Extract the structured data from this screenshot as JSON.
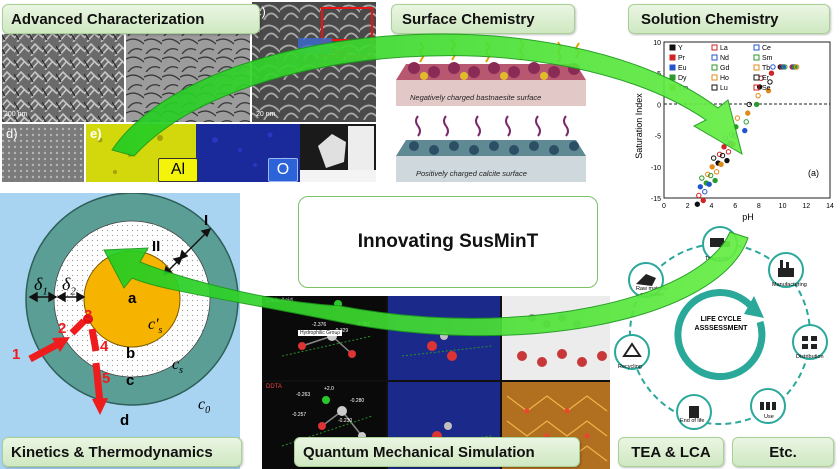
{
  "headings": {
    "advanced_characterization": "Advanced Characterization",
    "surface_chemistry": "Surface Chemistry",
    "solution_chemistry": "Solution Chemistry",
    "kinetics": "Kinetics & Thermodynamics",
    "quantum": "Quantum Mechanical Simulation",
    "tea_lca": "TEA & LCA",
    "etc": "Etc.",
    "center_title": "Innovating SusMinT"
  },
  "characterization": {
    "panel_c": "c)",
    "panel_d": "d)",
    "panel_e": "e)",
    "scale_a": "200 nm",
    "scale_c": "20 nm",
    "map_al": "Al",
    "map_o": "O"
  },
  "surface": {
    "negative_label": "Negatively charged bastnaesite surface",
    "positive_label": "Positively charged calcite surface"
  },
  "solution_chart": {
    "ylabel": "Saturation Index",
    "xlabel": "pH",
    "panel_label": "(a)",
    "x_ticks": [
      "0",
      "2",
      "4",
      "6",
      "8",
      "10",
      "12",
      "14"
    ],
    "y_ticks": [
      "10",
      "5",
      "0",
      "-5",
      "-10",
      "-15"
    ],
    "legend": [
      [
        "Y",
        "La",
        "Ce"
      ],
      [
        "Pr",
        "Nd",
        "Sm"
      ],
      [
        "Eu",
        "Gd",
        "Tb"
      ],
      [
        "Dy",
        "Ho",
        "Er"
      ],
      [
        "Tm",
        "Lu",
        "Se"
      ]
    ],
    "colors": {
      "black": "#111111",
      "red": "#d22222",
      "blue": "#2255cc",
      "green": "#2a9a2a",
      "orange": "#e08a1a"
    }
  },
  "kinetics": {
    "delta1": "δ",
    "delta1_sub": "1",
    "delta2": "δ",
    "delta2_sub": "2",
    "roman_1": "I",
    "roman_2": "II",
    "region_a": "a",
    "region_b": "b",
    "region_c": "c",
    "region_d": "d",
    "cs_prime": "c'",
    "cs_prime_sub": "s",
    "cs": "c",
    "cs_sub": "s",
    "c0": "c",
    "c0_sub": "0",
    "steps": [
      "1",
      "2",
      "3",
      "4",
      "5"
    ],
    "colors": {
      "core": "#f6b400",
      "shell": "#5a9e96",
      "background": "#a8d4f2",
      "arrow": "#ee1c1c"
    }
  },
  "quantum": {
    "caption_1": "Citric Acid",
    "caption_2": "Hydrophilic Group",
    "caption_3": "DDTA",
    "values": [
      "-2.376",
      "-0.329",
      "-0.267",
      "-0.263",
      "+2.0",
      "-0.280",
      "-0.257",
      "-0.230"
    ]
  },
  "lca": {
    "center": [
      "LIFE CYCLE",
      "ASSSESSMENT"
    ],
    "stages": [
      "Transport",
      "Manufacturing",
      "Distribution",
      "Use",
      "End of life",
      "Recycling",
      "Raw material extraction"
    ]
  }
}
